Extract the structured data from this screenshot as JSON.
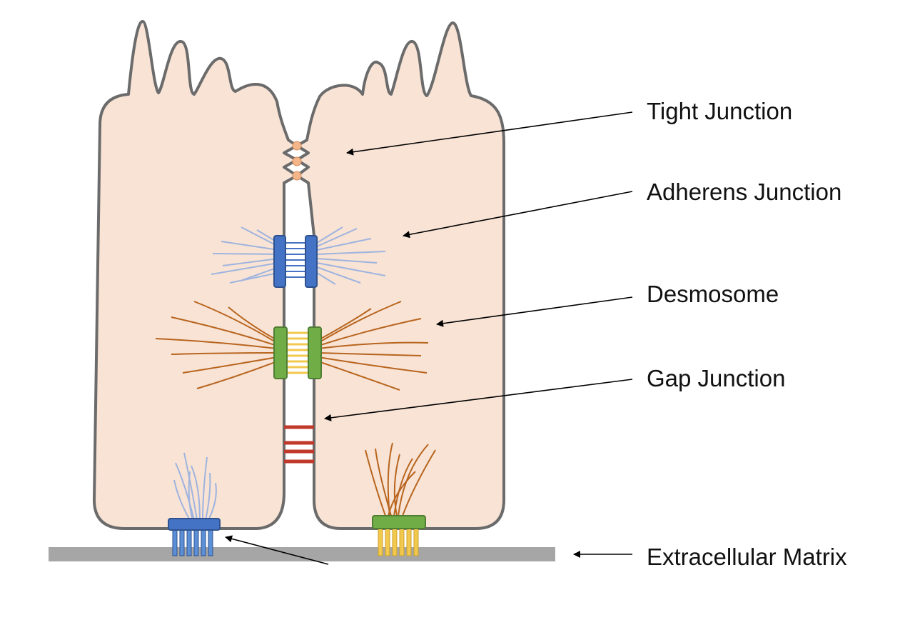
{
  "labels": {
    "tight_junction": "Tight Junction",
    "adherens_junction": "Adherens Junction",
    "desmosome": "Desmosome",
    "gap_junction": "Gap Junction",
    "extracellular_matrix": "Extracellular Matrix"
  },
  "colors": {
    "cell_fill": "#f8e3d5",
    "cell_outline": "#6b6b6b",
    "tight_junction_dots": "#f2b68a",
    "adherens_plaque": "#4472c4",
    "actin_filaments": "#9fb4de",
    "desmosome_plaque": "#70ad47",
    "desmosome_cadherins": "#f2c94c",
    "intermediate_filaments": "#b8651e",
    "gap_junction": "#c0392b",
    "matrix": "#a6a6a6",
    "arrow": "#000000"
  }
}
